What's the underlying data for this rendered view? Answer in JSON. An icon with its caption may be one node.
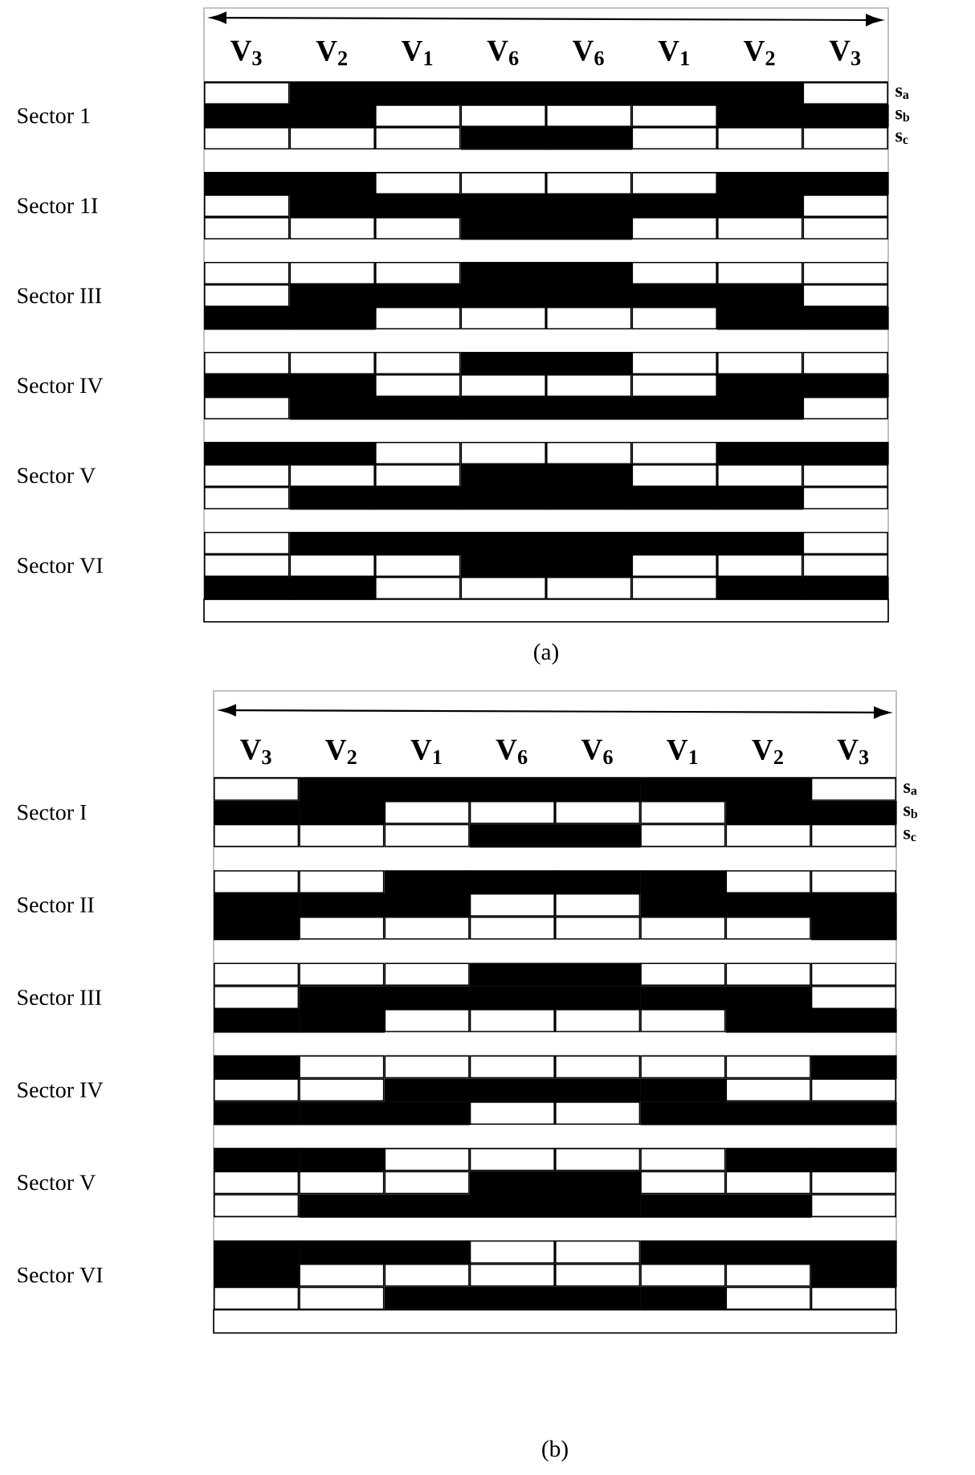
{
  "diagram": {
    "labels": [
      "V$_{3}$",
      "V$_{2}$",
      "V$_{1}$",
      "V$_{6}$",
      "V$_{6}$",
      "V$_{1}$",
      "V$_{2}$",
      "V$_{3}$",
      "Sector 1",
      "s$_{a}$",
      "s$_{b}$",
      "s$_{c}$",
      "Sector 1I",
      "Sector III",
      "Sector IV",
      "Sector V",
      "Sector VI",
      "(a)",
      "V$_{3}$",
      "V$_{2}$",
      "V$_{1}$",
      "V$_{6}$",
      "V$_{6}$",
      "V$_{1}$",
      "V$_{2}$",
      "V$_{3}$",
      "Sector I",
      "s$_{a}$",
      "s$_{b}$",
      "s$_{c}$",
      "Sector II",
      "Sector III",
      "Sector IV",
      "Sector V",
      "Sector VI",
      "(b)"
    ]
  }
}
